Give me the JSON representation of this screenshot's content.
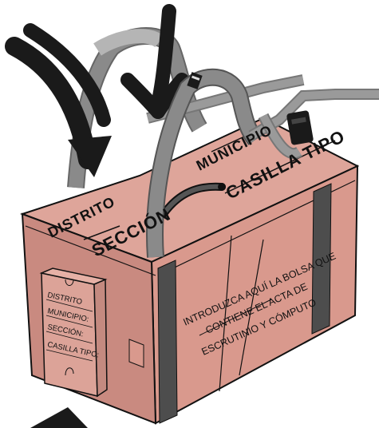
{
  "colors": {
    "box_top": "#dea59a",
    "box_front": "#d9998d",
    "box_side": "#c98a80",
    "outline": "#111111",
    "strap": "#8a8a8a",
    "strap_light": "#b5b5b5",
    "band": "#4d4d4d",
    "arrow": "#1a1a1a",
    "buckle": "#1a1a1a"
  },
  "box": {
    "top_labels": {
      "distrito": "DISTRITO",
      "seccion": "SECCIÓN",
      "municipio": "MUNICIPIO",
      "casilla_tipo": "CASILLA TIPO"
    },
    "front_text": {
      "line1": "INTRODUZCA AQUÍ LA BOLSA QUE",
      "line2": "CONTIENE EL ACTA DE",
      "line3": "ESCRUTINIO Y CÓMPUTO"
    },
    "side_pocket": {
      "distrito": "DISTRITO",
      "municipio": "MUNICIPIO:",
      "seccion": "SECCIÓN:",
      "casilla_tipo": "CASILLA TIPO:"
    }
  },
  "icons": {
    "arrows": [
      "curved-arrow-icon",
      "curved-arrow-icon",
      "down-arrow-icon"
    ],
    "buckle": "buckle-icon"
  }
}
